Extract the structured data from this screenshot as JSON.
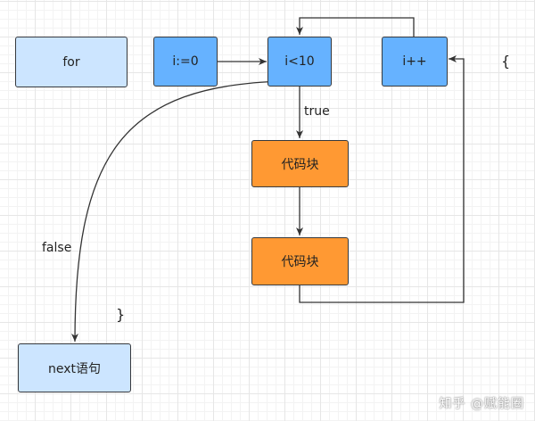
{
  "diagram": {
    "nodes": {
      "for_label": "for",
      "init": "i:=0",
      "condition": "i<10",
      "increment": "i++",
      "block_1": "代码块",
      "block_2": "代码块",
      "next": "next语句"
    },
    "edge_labels": {
      "true_label": "true",
      "false_label": "false"
    },
    "braces": {
      "open": "{",
      "close": "}"
    },
    "watermark": "知乎 @赋能圈"
  },
  "colors": {
    "light_blue": "#cce5ff",
    "blue": "#66b2ff",
    "orange": "#ff9933",
    "border": "#36393d",
    "line": "#333333"
  }
}
